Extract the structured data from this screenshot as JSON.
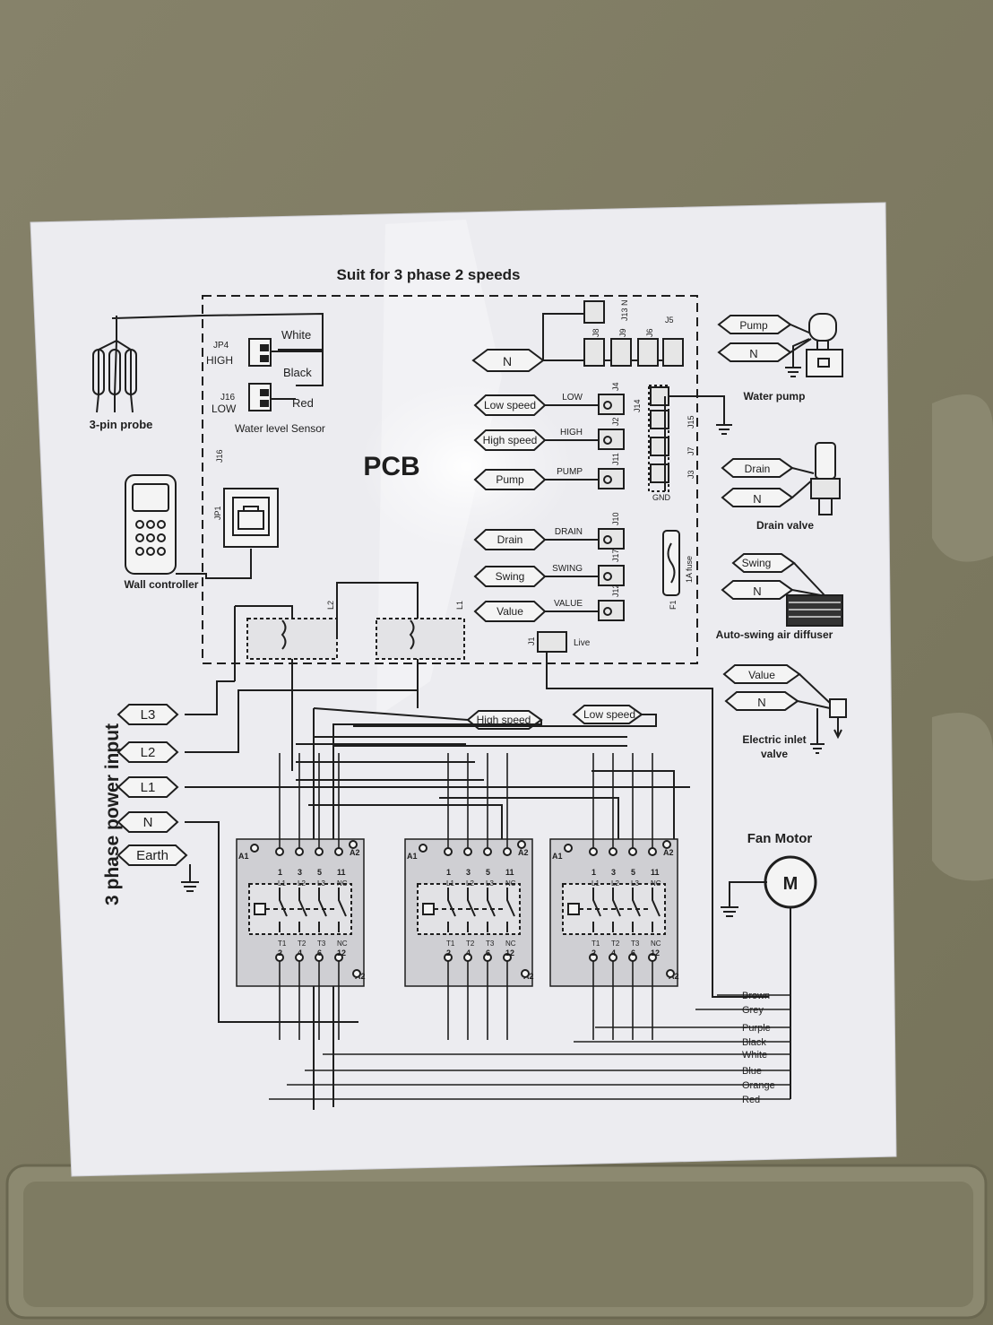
{
  "title": "Suit for  3 phase 2 speeds",
  "pcb_label": "PCB",
  "left": {
    "probe_label": "3-pin probe",
    "controller_label": "Wall controller",
    "sensor_label": "Water level Sensor",
    "jp4": "JP4",
    "high": "HIGH",
    "j16": "J16",
    "low": "LOW",
    "j16_side": "J16",
    "jp1": "JP1",
    "white": "White",
    "black": "Black",
    "red": "Red"
  },
  "power": {
    "title": "3 phase power input",
    "lines": [
      "L3",
      "L2",
      "L1",
      "N",
      "Earth"
    ]
  },
  "pcb_outputs": [
    {
      "tag": "Low speed",
      "pin": "LOW",
      "conn": "J4"
    },
    {
      "tag": "High speed",
      "pin": "HIGH",
      "conn": "J2"
    },
    {
      "tag": "Pump",
      "pin": "PUMP",
      "conn": "J11"
    },
    {
      "tag": "Drain",
      "pin": "DRAIN",
      "conn": "J10"
    },
    {
      "tag": "Swing",
      "pin": "SWING",
      "conn": "J17"
    },
    {
      "tag": "Value",
      "pin": "VALUE",
      "conn": "J12"
    }
  ],
  "pcb_misc": {
    "n_tag": "N",
    "n_connectors": [
      "J8",
      "J9",
      "J6",
      "J5"
    ],
    "j13n": "J13 N",
    "gnd_connectors": [
      "J14",
      "J15",
      "J7",
      "J3"
    ],
    "gnd": "GND",
    "fuse": "1A fuse",
    "fuse_ref": "F1",
    "j1": "J1",
    "live": "Live",
    "l2": "L2",
    "l1": "L1"
  },
  "right": {
    "pump": "Pump",
    "n": "N",
    "water_pump": "Water pump",
    "drain": "Drain",
    "drain_valve": "Drain valve",
    "swing": "Swing",
    "diffuser": "Auto-swing air diffuser",
    "value": "Value",
    "inlet_valve_1": "Electric inlet",
    "inlet_valve_2": "valve",
    "fan_motor": "Fan Motor",
    "motor_symbol": "M"
  },
  "speed_tags": {
    "high": "High speed",
    "low": "Low speed"
  },
  "contactor": {
    "a1": "A1",
    "a2": "A2",
    "top_numbers": [
      "1",
      "3",
      "5",
      "11"
    ],
    "top_labels": [
      "L1",
      "L2",
      "L3",
      "NC"
    ],
    "bottom_labels": [
      "T1",
      "T2",
      "T3",
      "NC"
    ],
    "bottom_numbers": [
      "2",
      "4",
      "6",
      "12"
    ]
  },
  "motor_wires": [
    "Brown",
    "Grey",
    "Purple",
    "Black",
    "White",
    "Blue",
    "Orange",
    "Red"
  ]
}
